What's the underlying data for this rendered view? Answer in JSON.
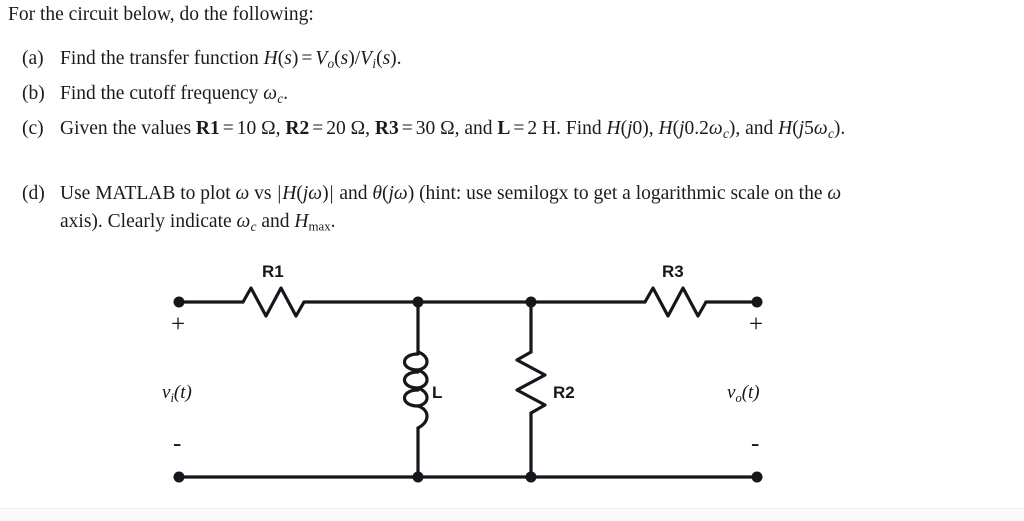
{
  "document": {
    "lead": "For the circuit below, do the following:",
    "items": [
      {
        "marker": "(a)",
        "text_plain": "Find the transfer function H(s) = Vo(s)/Vi(s).",
        "lead_text": "Find the transfer function",
        "tail_text": "."
      },
      {
        "marker": "(b)",
        "text_plain": "Find the cutoff frequency ωc.",
        "lead_text": "Find the cutoff frequency",
        "tail_text": "."
      },
      {
        "marker": "(c)",
        "text_plain": "Given the values R1 = 10 Ω, R2 = 20 Ω, R3 = 30 Ω, and L = 2 H. Find H(j0), H(j0.2ωc), and H(j5ωc).",
        "lead_text": "Given the values",
        "values": [
          {
            "name": "R1",
            "equals": "=",
            "value": "10",
            "unit": "Ω"
          },
          {
            "name": "R2",
            "equals": "=",
            "value": "20",
            "unit": "Ω"
          },
          {
            "name": "R3",
            "equals": "=",
            "value": "30",
            "unit": "Ω"
          },
          {
            "name": "L",
            "equals": "=",
            "value": "2",
            "unit": "H"
          }
        ],
        "find_text": "Find",
        "and_text": "and",
        "conj_text": "and",
        "tail_text": "."
      },
      {
        "marker": "(d)",
        "text_plain": "Use MATLAB to plot ω vs |H(jω)| and θ(jω) (hint: use semilogx to get a logarithmic scale on the ω axis). Clearly indicate ωc and Hmax.",
        "seg1": "Use MATLAB to plot",
        "seg2": "vs",
        "seg3": "and",
        "seg4": "(hint: use semilogx to get a logarithmic scale on the",
        "seg5": "axis). Clearly indicate",
        "seg6": "and",
        "tail_text": "."
      }
    ],
    "symbols": {
      "H": "H",
      "s": "s",
      "V": "V",
      "sub_o": "o",
      "sub_i": "i",
      "sub_c": "c",
      "sub_max": "max",
      "omega": "ω",
      "theta": "θ",
      "j": "j",
      "zero": "0",
      "point_two": "0.2",
      "five": "5",
      "equals": "=",
      "slash": "/",
      "lparen": "(",
      "rparen": ")",
      "bar": "|",
      "comma": ",",
      "ohm": "Ω"
    }
  },
  "circuit": {
    "title": "RLC ladder circuit",
    "components": [
      {
        "id": "R1",
        "label": "R1",
        "type": "resistor",
        "orientation": "horizontal"
      },
      {
        "id": "L",
        "label": "L",
        "type": "inductor",
        "orientation": "vertical"
      },
      {
        "id": "R2",
        "label": "R2",
        "type": "resistor",
        "orientation": "vertical"
      },
      {
        "id": "R3",
        "label": "R3",
        "type": "resistor",
        "orientation": "horizontal"
      }
    ],
    "ports": [
      {
        "id": "input",
        "signal": "v",
        "sub": "i",
        "arg": "(t)",
        "plus": "+",
        "minus": "-"
      },
      {
        "id": "output",
        "signal": "v",
        "sub": "o",
        "arg": "(t)",
        "plus": "+",
        "minus": "-"
      }
    ],
    "port_labels": {
      "input_plus": "+",
      "input_minus": "-",
      "output_plus": "+",
      "output_minus": "-",
      "input_voltage_v": "v",
      "input_voltage_sub": "i",
      "input_voltage_arg": "(t)",
      "output_voltage_v": "v",
      "output_voltage_sub": "o",
      "output_voltage_arg": "(t)"
    },
    "colors": {
      "wire": "#16161c",
      "background": "#ffffff",
      "text": "#16161c"
    }
  }
}
